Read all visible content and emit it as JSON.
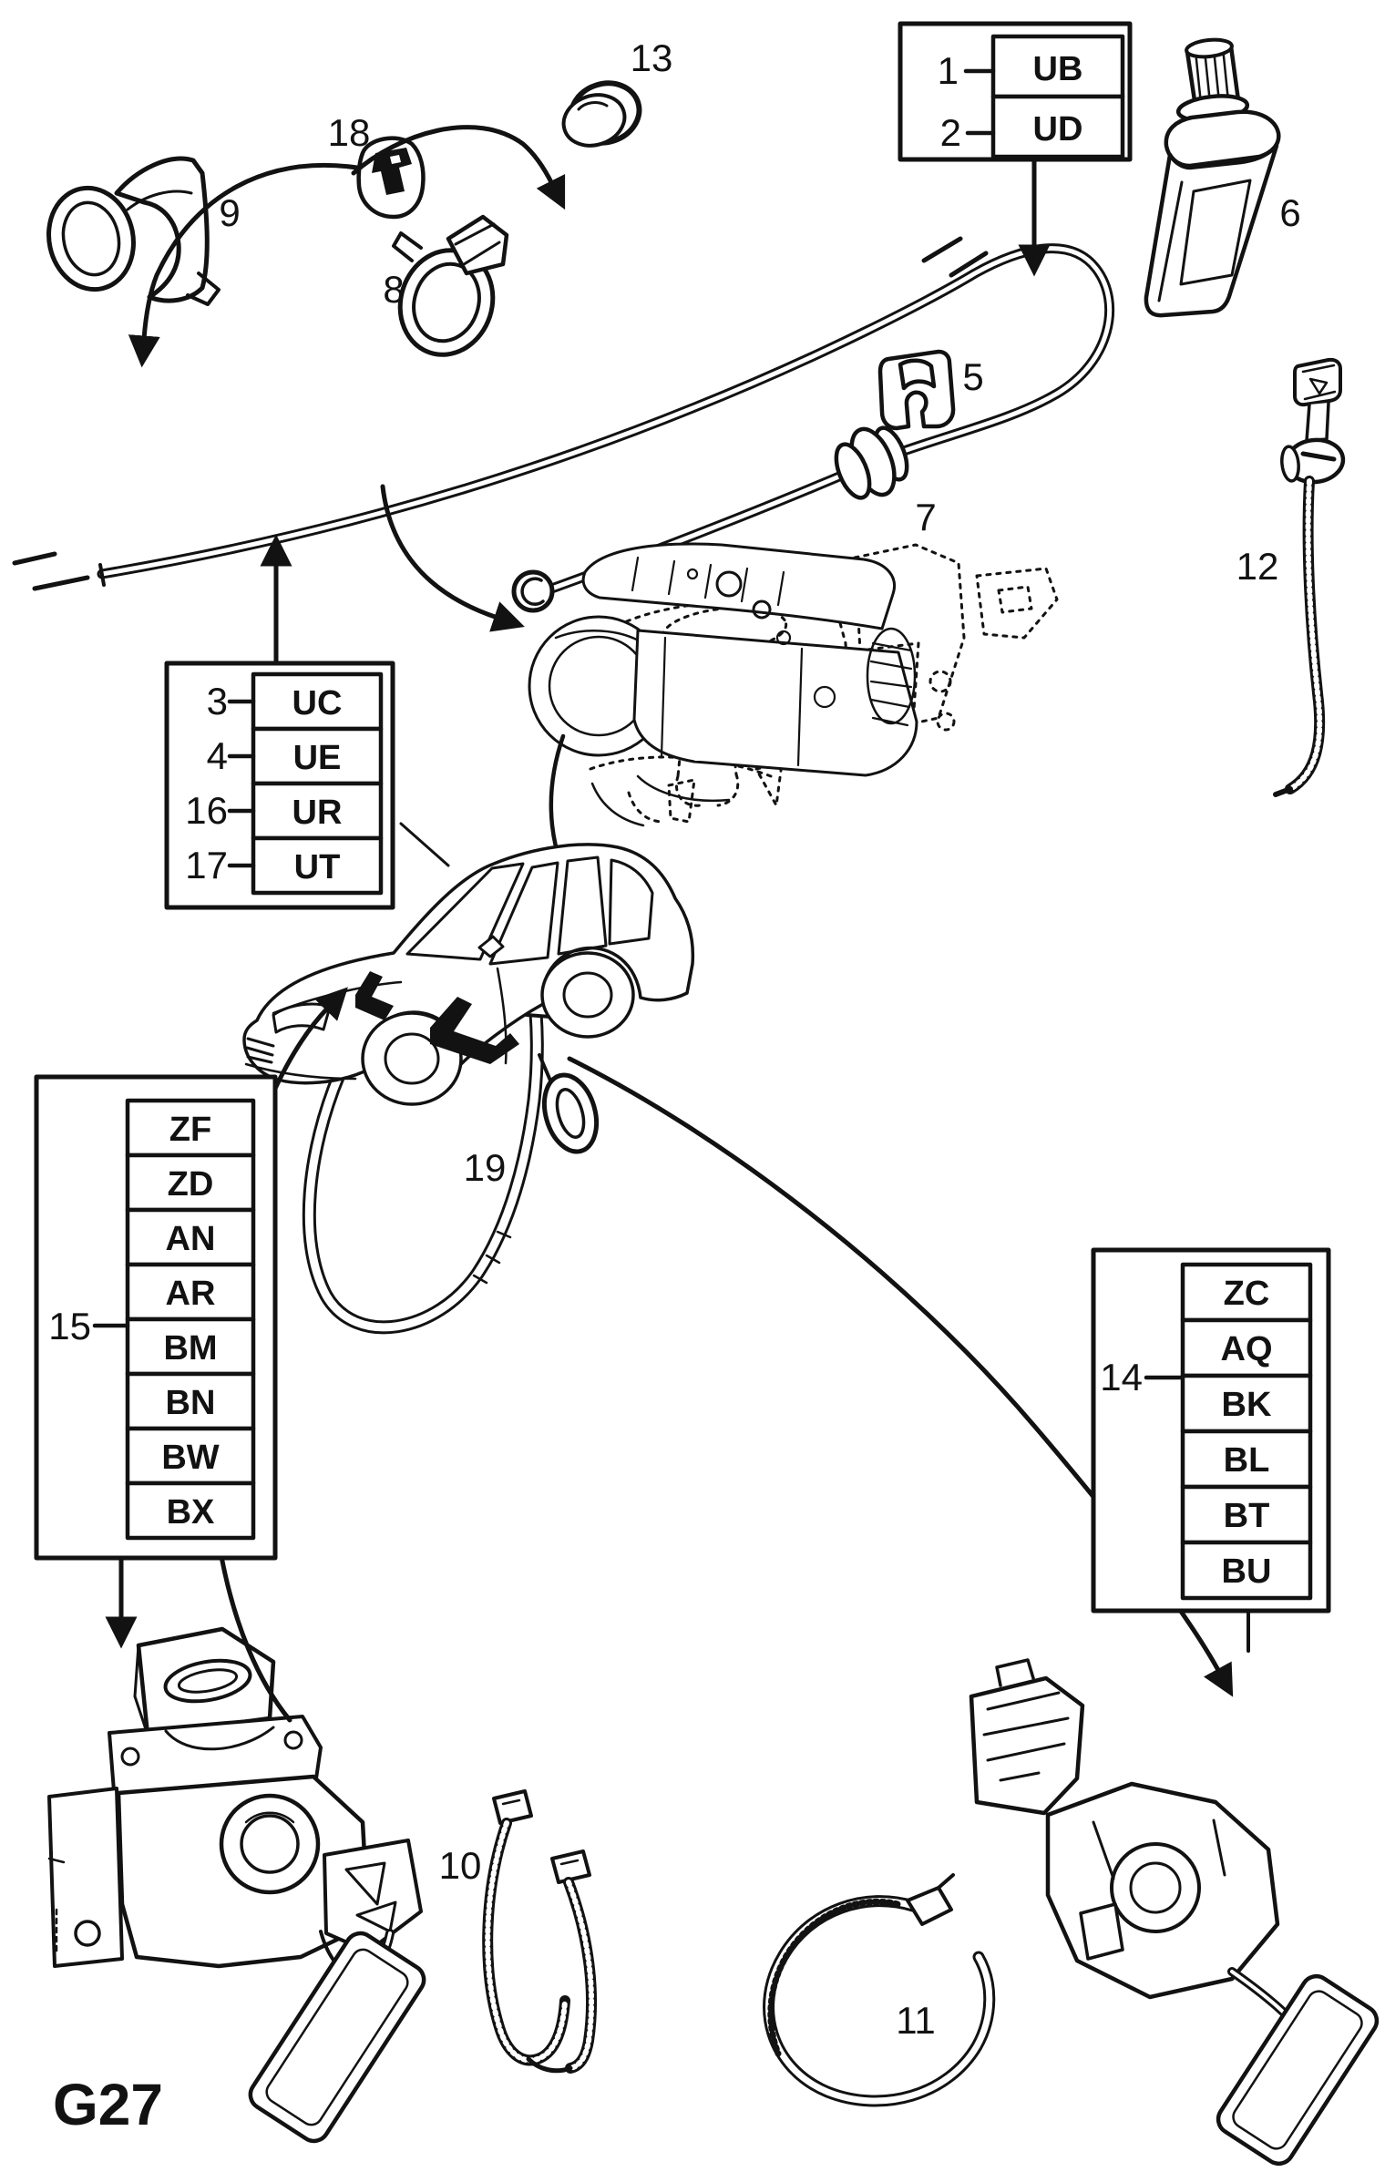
{
  "page": {
    "code": "G27",
    "ink_color": "#121212",
    "background_color": "#ffffff",
    "description": "Vehicle parts catalogue line-art diagram: accelerator pedal and throttle cable components"
  },
  "ref_tables": {
    "top_right": {
      "rows": [
        {
          "num": "1",
          "code": "UB"
        },
        {
          "num": "2",
          "code": "UD"
        }
      ]
    },
    "mid_left": {
      "rows": [
        {
          "num": "3",
          "code": "UC"
        },
        {
          "num": "4",
          "code": "UE"
        },
        {
          "num": "16",
          "code": "UR"
        },
        {
          "num": "17",
          "code": "UT"
        }
      ]
    },
    "left": {
      "num": "15",
      "rows": [
        {
          "code": "ZF"
        },
        {
          "code": "ZD"
        },
        {
          "code": "AN"
        },
        {
          "code": "AR"
        },
        {
          "code": "BM"
        },
        {
          "code": "BN"
        },
        {
          "code": "BW"
        },
        {
          "code": "BX"
        }
      ]
    },
    "right": {
      "num": "14",
      "rows": [
        {
          "code": "ZC"
        },
        {
          "code": "AQ"
        },
        {
          "code": "BK"
        },
        {
          "code": "BL"
        },
        {
          "code": "BT"
        },
        {
          "code": "BU"
        }
      ]
    }
  },
  "part_labels": {
    "p5": "5",
    "p6": "6",
    "p7": "7",
    "p8": "8",
    "p9": "9",
    "p10": "10",
    "p11": "11",
    "p12": "12",
    "p13": "13",
    "p18": "18",
    "p19": "19"
  }
}
